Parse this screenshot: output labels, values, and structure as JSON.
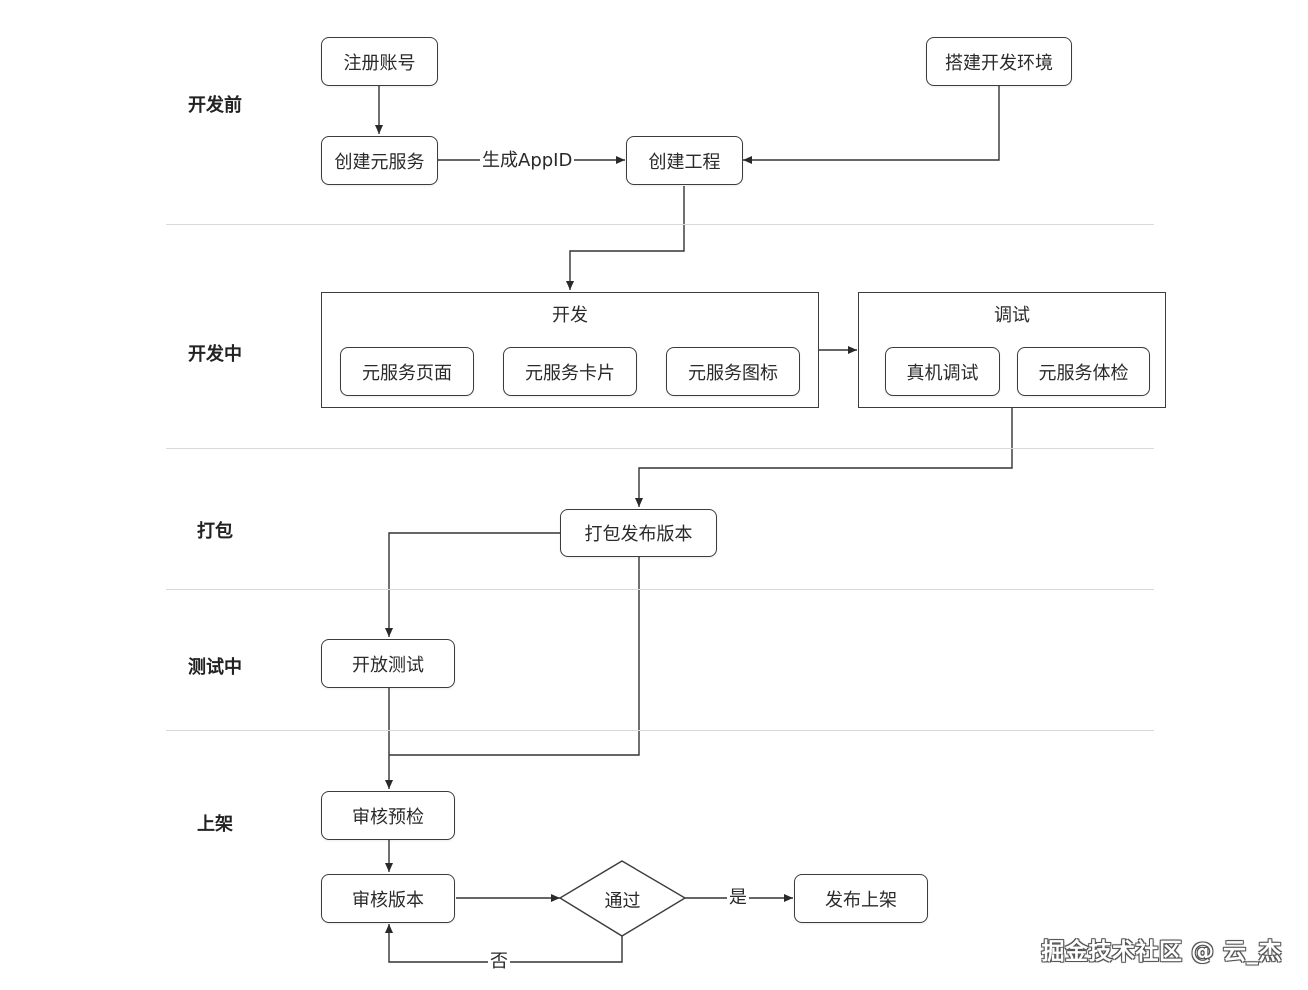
{
  "phases": {
    "before": "开发前",
    "during": "开发中",
    "package": "打包",
    "testing": "测试中",
    "release": "上架"
  },
  "nodes": {
    "register_account": "注册账号",
    "setup_env": "搭建开发环境",
    "create_service": "创建元服务",
    "create_project": "创建工程",
    "dev_group": "开发",
    "service_page": "元服务页面",
    "service_card": "元服务卡片",
    "service_icon": "元服务图标",
    "debug_group": "调试",
    "device_debug": "真机调试",
    "service_check": "元服务体检",
    "package_release": "打包发布版本",
    "open_test": "开放测试",
    "review_precheck": "审核预检",
    "review_version": "审核版本",
    "pass_decision": "通过",
    "publish": "发布上架"
  },
  "edges": {
    "generate_appid": "生成AppID",
    "yes": "是",
    "no": "否"
  },
  "watermark": "掘金技术社区 @ 云_杰"
}
